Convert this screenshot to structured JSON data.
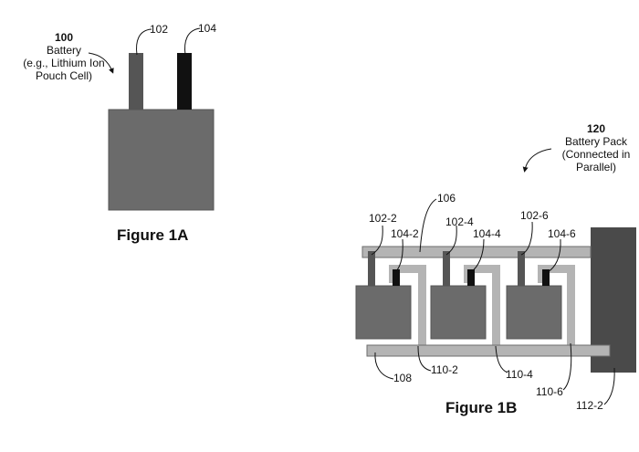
{
  "figure_1a": {
    "caption": "Figure 1A",
    "battery": {
      "ref": "100",
      "name": "Battery",
      "desc_line1": "(e.g., Lithium Ion",
      "desc_line2": "Pouch Cell)"
    },
    "tab_labels": {
      "positive": "102",
      "negative": "104"
    }
  },
  "figure_1b": {
    "caption": "Figure 1B",
    "pack": {
      "ref": "120",
      "name": "Battery Pack",
      "desc_line1": "(Connected in",
      "desc_line2": "Parallel)"
    },
    "labels": {
      "bus_top": "106",
      "bus_bottom": "108",
      "tab_102_2": "102-2",
      "tab_104_2": "104-2",
      "tab_102_4": "102-4",
      "tab_104_4": "104-4",
      "tab_102_6": "102-6",
      "tab_104_6": "104-6",
      "conn_110_2": "110-2",
      "conn_110_4": "110-4",
      "conn_110_6": "110-6",
      "block_112_2": "112-2"
    }
  },
  "colors": {
    "cell_body": "#6b6b6b",
    "tab_positive": "#555555",
    "tab_negative": "#111111",
    "busbar": "#b4b4b4",
    "busbar_outline": "#6e6e6e",
    "end_block": "#4a4a4a"
  }
}
